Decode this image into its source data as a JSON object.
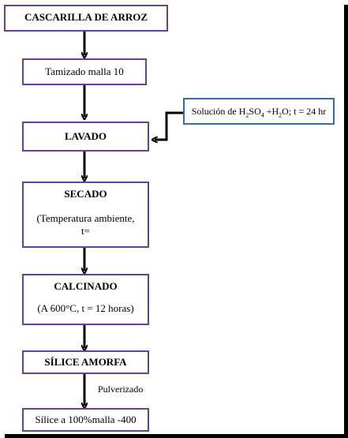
{
  "diagram": {
    "steps": [
      {
        "label": "CASCARILLA DE ARROZ"
      },
      {
        "label": "Tamizado malla 10"
      },
      {
        "label": "LAVADO"
      },
      {
        "label": "SECADO",
        "detail_1": "(Temperatura ambiente,",
        "detail_2": "t="
      },
      {
        "label": "CALCINADO",
        "detail": "(A 600°C, t = 12 horas)"
      },
      {
        "label": "SÍLICE AMORFA"
      },
      {
        "label": "Sílice a 100%malla -400"
      }
    ],
    "aux_input": {
      "prefix": "Solución de H",
      "sub1": "2",
      "mid1": "SO",
      "sub2": "4",
      "mid2": " +H",
      "sub3": "2",
      "suffix": "O; t = 24 hr"
    },
    "edge_note": "Pulverizado"
  }
}
